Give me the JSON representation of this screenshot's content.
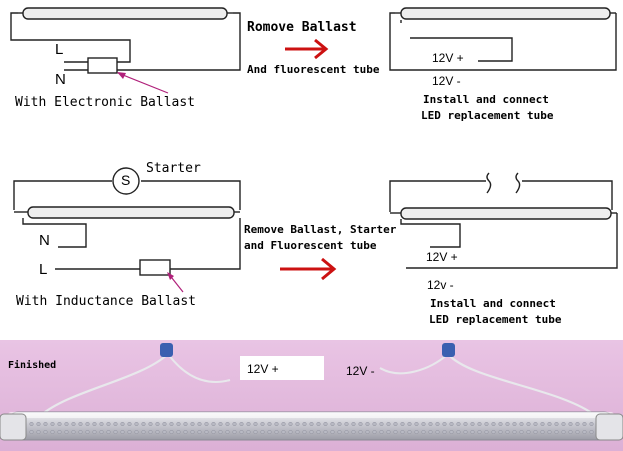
{
  "colors": {
    "wire": "#222222",
    "arrow": "#cc1111",
    "pointer": "#b0207a",
    "photo_bg": "#e6bfe0",
    "tube_body": "#d8d8dc",
    "cap": "#3a5fb0"
  },
  "top": {
    "diagram_label": "With Electronic Ballast",
    "phase_L": "L",
    "phase_N": "N",
    "step_line1": "Romove Ballast",
    "step_line2": "And fluorescent tube",
    "plus_label": "12V +",
    "minus_label": "12V -",
    "install_line1": "Install and connect",
    "install_line2": "LED replacement tube"
  },
  "middle": {
    "starter_symbol": "S",
    "starter_label": "Starter",
    "phase_N": "N",
    "phase_L": "L",
    "diagram_label": "With Inductance Ballast",
    "step_line1": "Remove Ballast, Starter",
    "step_line2": "and Fluorescent tube",
    "plus_label": "12V +",
    "minus_label": "12v -",
    "install_line1": "Install and connect",
    "install_line2": "LED replacement tube"
  },
  "photo": {
    "finished_label": "Finished",
    "plus_label": "12V +",
    "minus_label": "12V -"
  }
}
